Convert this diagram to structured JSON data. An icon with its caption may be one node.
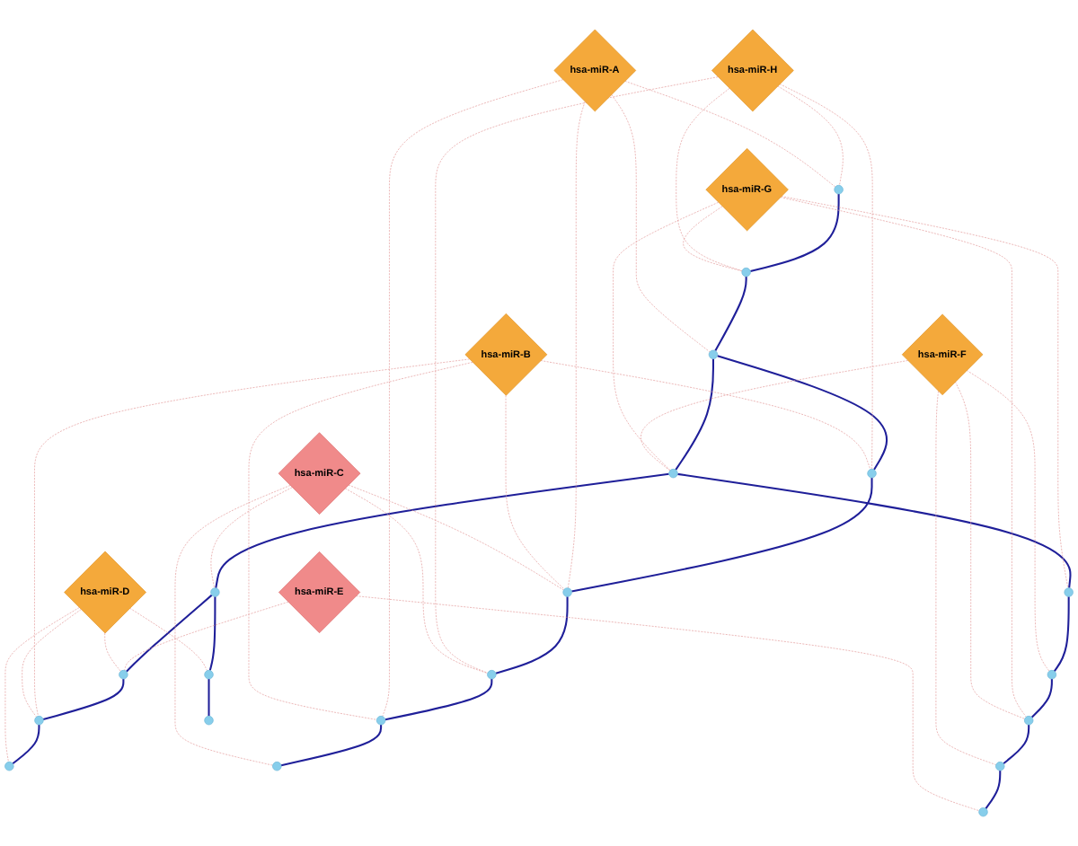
{
  "diagram": {
    "nodes": [
      {
        "text": [
          "hsa-miR-H"
        ]
      },
      {
        "text": [
          "hsa-miR-G"
        ]
      },
      {
        "text": [
          "hsa-miR-A"
        ]
      },
      {
        "text": [
          "hsa-miR-F"
        ]
      },
      {
        "text": [
          "hsa-miR-B"
        ]
      },
      {
        "text": [
          "hsa-miR-E"
        ]
      },
      {
        "text": [
          "hsa-miR-C"
        ]
      },
      {
        "text": [
          "hsa-miR-D"
        ]
      },
      {
        "text": [],
        "shape": "circle"
      },
      {
        "text": [],
        "shape": "circle"
      },
      {
        "text": [],
        "shape": "circle"
      },
      {
        "text": [],
        "shape": "circle"
      },
      {
        "text": [],
        "shape": "circle"
      },
      {
        "text": [],
        "shape": "circle"
      },
      {
        "text": [],
        "shape": "circle"
      },
      {
        "text": [],
        "shape": "circle"
      },
      {
        "text": [],
        "shape": "circle"
      },
      {
        "text": [],
        "shape": "circle"
      },
      {
        "text": [],
        "shape": "circle"
      },
      {
        "text": [],
        "shape": "circle"
      },
      {
        "text": [],
        "shape": "circle"
      },
      {
        "text": [],
        "shape": "circle"
      },
      {
        "text": [],
        "shape": "circle"
      },
      {
        "text": [],
        "shape": "circle"
      },
      {
        "text": [],
        "shape": "circle"
      },
      {
        "text": [],
        "shape": "circle"
      },
      {
        "text": [],
        "shape": "circle"
      },
      {
        "text": [],
        "shape": "circle"
      }
    ],
    "edges": [
      {
        "from": 8,
        "to": 9,
        "arrow": "none",
        "color": "#1f1f99"
      },
      {
        "from": 9,
        "to": 10,
        "arrow": "none",
        "color": "#1f1f99"
      },
      {
        "from": 10,
        "to": 11,
        "arrow": "none",
        "color": "#1f1f99"
      },
      {
        "from": 11,
        "to": 12,
        "arrow": "none",
        "color": "#1f1f99"
      },
      {
        "from": 10,
        "to": 13,
        "arrow": "none",
        "color": "#1f1f99"
      },
      {
        "from": 13,
        "to": 14,
        "arrow": "none",
        "color": "#1f1f99"
      },
      {
        "from": 14,
        "to": 15,
        "arrow": "none",
        "color": "#1f1f99"
      },
      {
        "from": 11,
        "to": 16,
        "arrow": "none",
        "color": "#1f1f99"
      },
      {
        "from": 16,
        "to": 17,
        "arrow": "none",
        "color": "#1f1f99"
      },
      {
        "from": 17,
        "to": 18,
        "arrow": "none",
        "color": "#1f1f99"
      },
      {
        "from": 12,
        "to": 19,
        "arrow": "none",
        "color": "#1f1f99"
      },
      {
        "from": 19,
        "to": 20,
        "arrow": "none",
        "color": "#1f1f99"
      },
      {
        "from": 20,
        "to": 21,
        "arrow": "none",
        "color": "#1f1f99"
      },
      {
        "from": 15,
        "to": 22,
        "arrow": "none",
        "color": "#1f1f99"
      },
      {
        "from": 22,
        "to": 23,
        "arrow": "none",
        "color": "#1f1f99"
      },
      {
        "from": 12,
        "to": 24,
        "arrow": "none",
        "color": "#1f1f99"
      },
      {
        "from": 24,
        "to": 25,
        "arrow": "none",
        "color": "#1f1f99"
      },
      {
        "from": 18,
        "to": 26,
        "arrow": "none",
        "color": "#1f1f99"
      },
      {
        "from": 26,
        "to": 27,
        "arrow": "none",
        "color": "#1f1f99"
      },
      {
        "from": 0,
        "to": 8,
        "arrow": "none",
        "style": "dashed"
      },
      {
        "from": 0,
        "to": 9,
        "arrow": "none",
        "style": "dashed"
      },
      {
        "from": 0,
        "to": 13,
        "arrow": "none",
        "style": "dashed"
      },
      {
        "from": 0,
        "to": 15,
        "arrow": "none",
        "style": "dashed"
      },
      {
        "from": 1,
        "to": 9,
        "arrow": "none",
        "style": "dashed"
      },
      {
        "from": 1,
        "to": 11,
        "arrow": "none",
        "style": "dashed"
      },
      {
        "from": 1,
        "to": 16,
        "arrow": "none",
        "style": "dashed"
      },
      {
        "from": 1,
        "to": 18,
        "arrow": "none",
        "style": "dashed"
      },
      {
        "from": 2,
        "to": 8,
        "arrow": "none",
        "style": "dashed"
      },
      {
        "from": 2,
        "to": 10,
        "arrow": "none",
        "style": "dashed"
      },
      {
        "from": 2,
        "to": 14,
        "arrow": "none",
        "style": "dashed"
      },
      {
        "from": 2,
        "to": 22,
        "arrow": "none",
        "style": "dashed"
      },
      {
        "from": 3,
        "to": 11,
        "arrow": "none",
        "style": "dashed"
      },
      {
        "from": 3,
        "to": 17,
        "arrow": "none",
        "style": "dashed"
      },
      {
        "from": 3,
        "to": 18,
        "arrow": "none",
        "style": "dashed"
      },
      {
        "from": 3,
        "to": 26,
        "arrow": "none",
        "style": "dashed"
      },
      {
        "from": 4,
        "to": 13,
        "arrow": "none",
        "style": "dashed"
      },
      {
        "from": 4,
        "to": 14,
        "arrow": "none",
        "style": "dashed"
      },
      {
        "from": 4,
        "to": 20,
        "arrow": "none",
        "style": "dashed"
      },
      {
        "from": 4,
        "to": 22,
        "arrow": "none",
        "style": "dashed"
      },
      {
        "from": 5,
        "to": 19,
        "arrow": "none",
        "style": "dashed"
      },
      {
        "from": 5,
        "to": 27,
        "arrow": "none",
        "style": "dashed"
      },
      {
        "from": 6,
        "to": 12,
        "arrow": "none",
        "style": "dashed"
      },
      {
        "from": 6,
        "to": 15,
        "arrow": "none",
        "style": "dashed"
      },
      {
        "from": 6,
        "to": 14,
        "arrow": "none",
        "style": "dashed"
      },
      {
        "from": 6,
        "to": 23,
        "arrow": "none",
        "style": "dashed"
      },
      {
        "from": 7,
        "to": 19,
        "arrow": "none",
        "style": "dashed"
      },
      {
        "from": 7,
        "to": 20,
        "arrow": "none",
        "style": "dashed"
      },
      {
        "from": 7,
        "to": 24,
        "arrow": "none",
        "style": "dashed"
      },
      {
        "from": 7,
        "to": 21,
        "arrow": "none",
        "style": "dashed"
      }
    ]
  }
}
